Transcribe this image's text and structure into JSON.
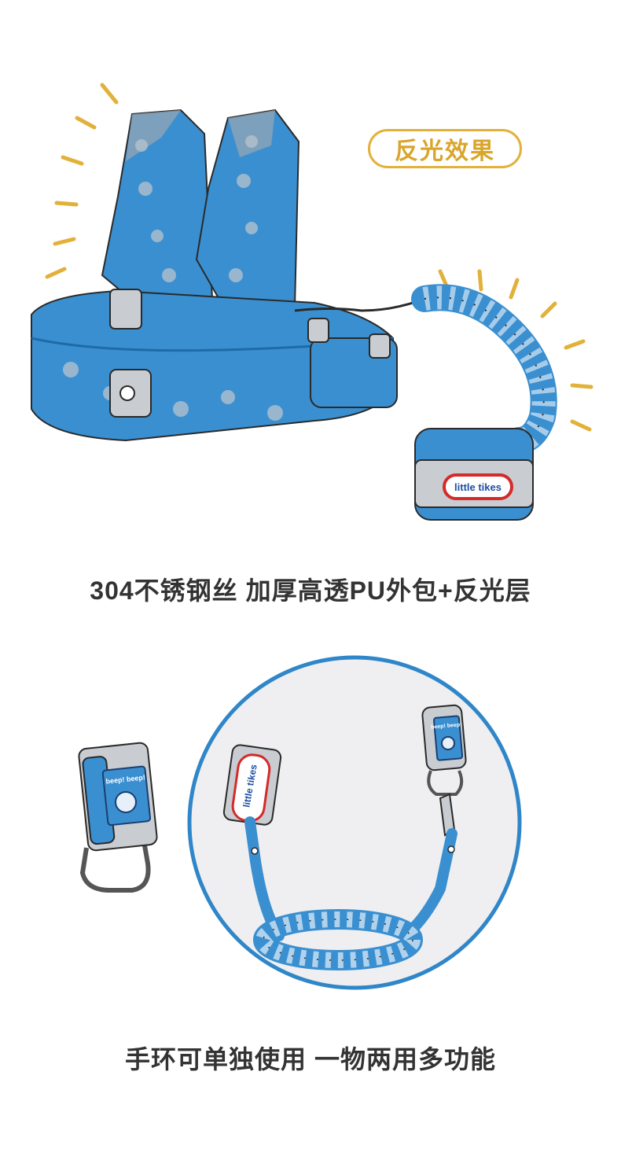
{
  "badge": {
    "label": "反光效果"
  },
  "captions": {
    "material": "304不锈钢丝  加厚高透PU外包+反光层",
    "usage": "手环可单独使用  一物两用多功能"
  },
  "brand": {
    "logo_text": "little tikes",
    "tag_text": "beep! beep!"
  },
  "colors": {
    "blue": "#3a8fd0",
    "dark_blue": "#1f6aa8",
    "gray": "#c9ccd0",
    "yellow": "#e2b13a",
    "circle_bg": "#efeff1",
    "circle_border": "#2f86c8"
  }
}
